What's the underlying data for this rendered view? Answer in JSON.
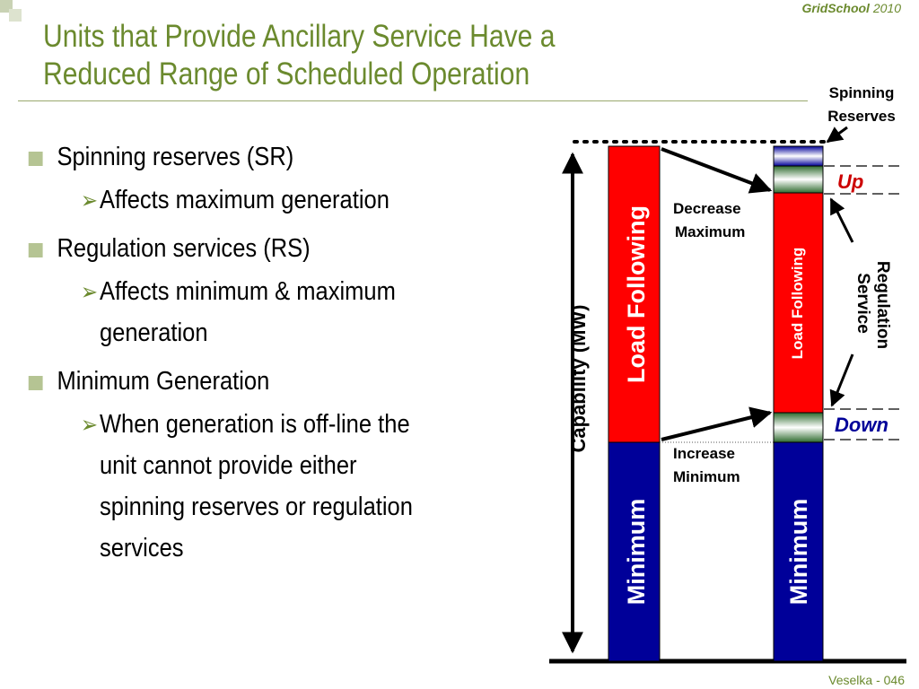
{
  "brand": {
    "name": "GridSchool",
    "year": "2010"
  },
  "title_line1": "Units that Provide Ancillary Service Have a",
  "title_line2": "Reduced Range of Scheduled Operation",
  "bullets": [
    {
      "text": "Spinning reserves (SR)",
      "sub": [
        "Affects maximum generation"
      ]
    },
    {
      "text": "Regulation services (RS)",
      "sub": [
        "Affects minimum & maximum",
        "generation"
      ]
    },
    {
      "text": "Minimum Generation",
      "sub": [
        "When generation is off-line the",
        "unit cannot provide either",
        "spinning reserves or regulation",
        "services"
      ]
    }
  ],
  "diagram": {
    "spinning_reserves_line1": "Spinning",
    "spinning_reserves_line2": "Reserves",
    "axis_label": "Capability (MW)",
    "left_band_top": "Load Following",
    "left_band_bottom": "Minimum",
    "right_band_mid": "Load  Following",
    "right_band_bottom": "Minimum",
    "decrease_line1": "Decrease",
    "decrease_line2": "Maximum",
    "increase_line1": "Increase",
    "increase_line2": "Minimum",
    "up": "Up",
    "down": "Down",
    "regulation_line1": "Regulation",
    "regulation_line2": "Service",
    "colors": {
      "red": "#ff0000",
      "blue": "#000099",
      "green": "#2e6b2e",
      "accent_text": "#cc0000",
      "down_text": "#000099"
    }
  },
  "footer": "Veselka  - 046"
}
